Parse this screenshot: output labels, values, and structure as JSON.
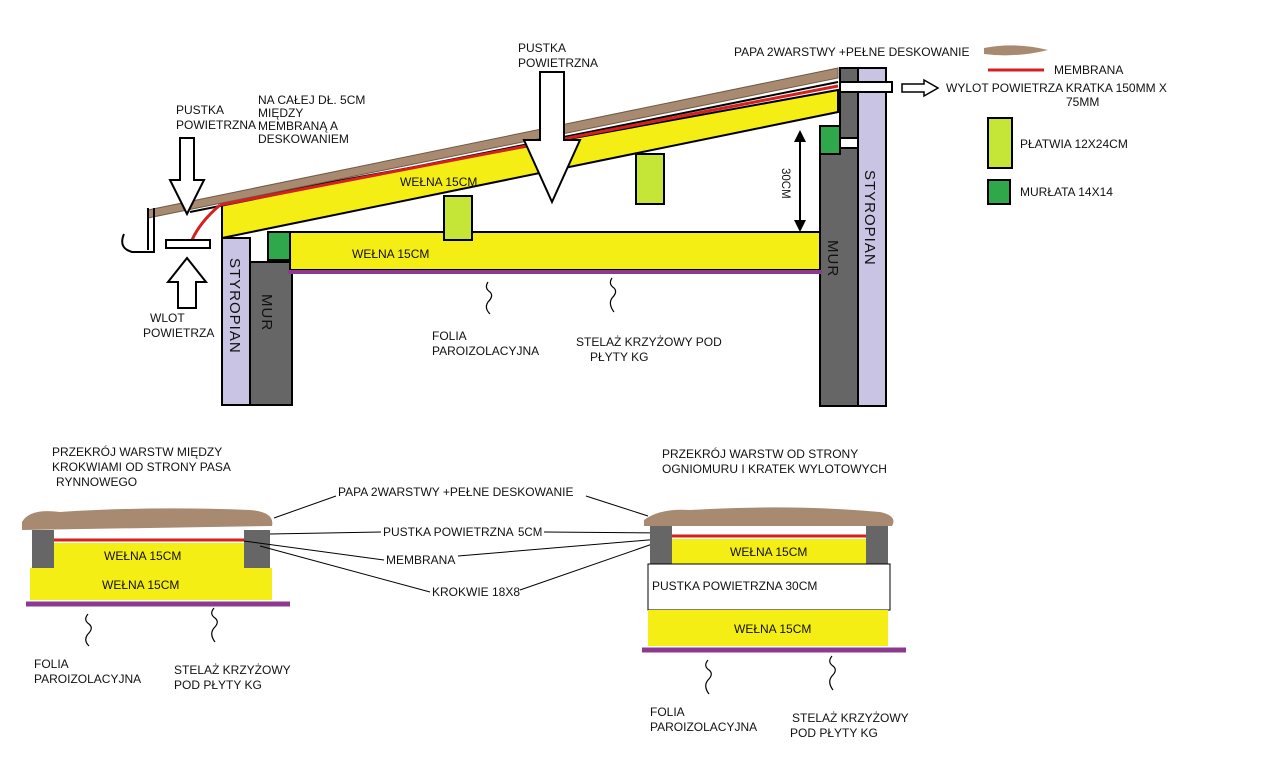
{
  "colors": {
    "insulation": "#f5ee14",
    "wall": "#666666",
    "styrofoam": "#c9c4e4",
    "purlin": "#c5e537",
    "wallplate": "#2ea84a",
    "membrane": "#d42020",
    "roof_felt": "#a88a70",
    "vapor_foil": "#8b3a8f"
  },
  "top": {
    "air_gap_top": [
      "PUSTKA",
      "POWIETRZNA"
    ],
    "air_gap_left": [
      "PUSTKA",
      "POWIETRZNA"
    ],
    "gap_note": [
      "NA CAŁEJ DŁ. 5CM",
      "MIĘDZY",
      "MEMBRANĄ A",
      "DESKOWANIEM"
    ],
    "inlet": [
      "WLOT",
      "POWIETRZA"
    ],
    "wool_slope": "WEŁNA 15CM",
    "wool_ceiling": "WEŁNA 15CM",
    "gap_height": "30CM",
    "wall_left": "MUR",
    "wall_right": "MUR",
    "styro_left": "STYROPIAN",
    "styro_right": "STYROPIAN",
    "vapor_foil": [
      "FOLIA",
      "PAROIZOLACYJNA"
    ],
    "frame": [
      "STELAŻ KRZYŻOWY POD",
      "PŁYTY KG"
    ],
    "outlet": [
      "WYLOT POWIETRZA KRATKA 150MM X",
      "75MM"
    ]
  },
  "legend": {
    "roofing": "PAPA 2WARSTWY +PEŁNE DESKOWANIE",
    "membrane": "MEMBRANA",
    "purlin": "PŁATWIA 12X24CM",
    "wallplate": "MURŁATA 14X14"
  },
  "bottom_left": {
    "title": [
      "PRZEKRÓJ WARSTW MIĘDZY",
      "KROKWIAMI OD STRONY PASA",
      "RYNNOWEGO"
    ],
    "wool1": "WEŁNA 15CM",
    "wool2": "WEŁNA 15CM",
    "foil": [
      "FOLIA",
      "PAROIZOLACYJNA"
    ],
    "frame": [
      "STELAŻ KRZYŻOWY",
      "POD PŁYTY KG"
    ]
  },
  "bottom_center": {
    "roofing": "PAPA 2WARSTWY +PEŁNE DESKOWANIE",
    "air_gap": "PUSTKA POWIETRZNA",
    "gap_size": "5CM",
    "membrane": "MEMBRANA",
    "rafters": "KROKWIE 18X8"
  },
  "bottom_right": {
    "title": [
      "PRZEKRÓJ WARSTW OD STRONY",
      "OGNIOMURU I KRATEK WYLOTOWYCH"
    ],
    "wool1": "WEŁNA 15CM",
    "air_gap": "PUSTKA POWIETRZNA  30CM",
    "wool2": "WEŁNA 15CM",
    "foil": [
      "FOLIA",
      "PAROIZOLACYJNA"
    ],
    "frame": [
      "STELAŻ KRZYŻOWY",
      "POD PŁYTY KG"
    ]
  }
}
